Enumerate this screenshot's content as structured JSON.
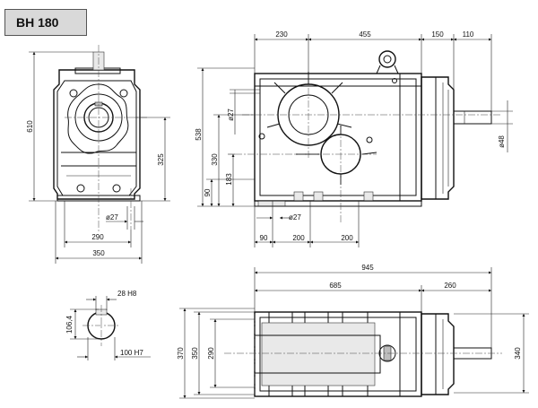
{
  "title": "BH 180",
  "dimensions": {
    "front_height_total": "610",
    "front_height_shaft": "325",
    "front_bolt_hole": "ø27",
    "front_bolt_span": "290",
    "front_width": "350",
    "side_w_230": "230",
    "side_w_455": "455",
    "side_w_150": "150",
    "side_w_110": "110",
    "side_h_538": "538",
    "side_h_330": "330",
    "side_h_183": "183",
    "side_h_90": "90",
    "side_bore_27": "ø27",
    "side_shaft_48": "ø48",
    "side_bottom_bolt": "ø27",
    "side_b_90": "90",
    "side_b_200a": "200",
    "side_b_200b": "200",
    "key_width": "28 H8",
    "key_depth": "106,4",
    "key_bore": "100 H7",
    "top_len_945": "945",
    "top_len_685": "685",
    "top_len_260": "260",
    "top_h_370": "370",
    "top_h_350": "350",
    "top_h_290": "290",
    "top_h_340": "340"
  }
}
